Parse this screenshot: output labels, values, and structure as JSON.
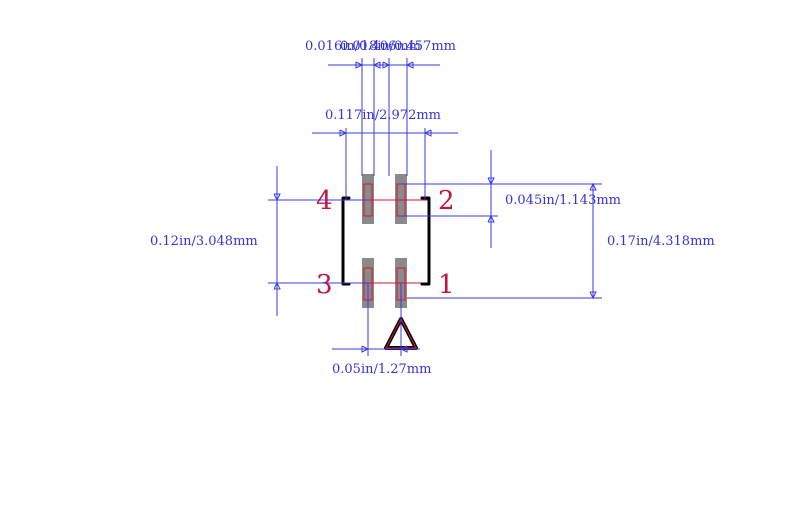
{
  "dimensions": {
    "pad_width_a": "0.016in/0.406mm",
    "pad_width_b": "0.018in/0.457mm",
    "pad_span": "0.117in/2.972mm",
    "pad_height": "0.045in/1.143mm",
    "row_height": "0.12in/3.048mm",
    "overall_height": "0.17in/4.318mm",
    "pitch": "0.05in/1.27mm"
  },
  "pins": [
    "1",
    "2",
    "3",
    "4"
  ],
  "colors": {
    "dimension": "#3a3ae0",
    "pin_label": "#c4143c",
    "pad": "#8a8a8a",
    "body": "#000000"
  }
}
